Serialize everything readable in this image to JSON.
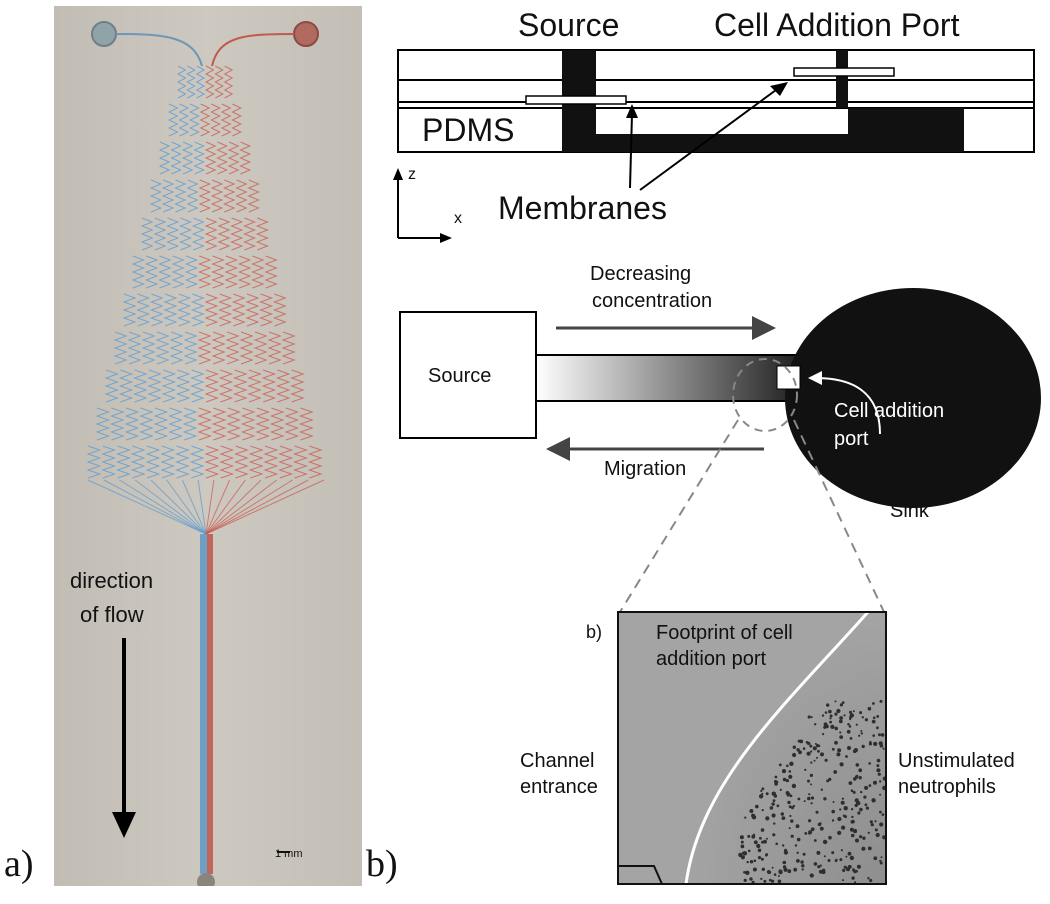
{
  "panel_a": {
    "label": "a)",
    "flow_text_line1": "direction",
    "flow_text_line2": "of flow",
    "scale_label": "1 mm",
    "colors": {
      "background": "#c8c3bb",
      "blue_channel": "#5a9ad0",
      "red_channel": "#c8584c"
    }
  },
  "panel_b": {
    "label": "b)",
    "cross_section": {
      "source_label": "Source",
      "cell_port_label": "Cell Addition Port",
      "pdms_label": "PDMS",
      "sink_label": "Sink",
      "membranes_label": "Membranes",
      "axis_z": "z",
      "axis_x": "x"
    },
    "top_view": {
      "source_label": "Source",
      "decreasing_line1": "Decreasing",
      "decreasing_line2": "concentration",
      "migration_label": "Migration",
      "cell_port_line1": "Cell addition",
      "cell_port_line2": "port",
      "sink_label": "Sink"
    },
    "micrograph": {
      "inset_label": "b)",
      "footprint_line1": "Footprint of cell",
      "footprint_line2": "addition port",
      "channel_line1": "Channel",
      "channel_line2": "entrance",
      "neutrophils_line1": "Unstimulated",
      "neutrophils_line2": "neutrophils"
    }
  }
}
